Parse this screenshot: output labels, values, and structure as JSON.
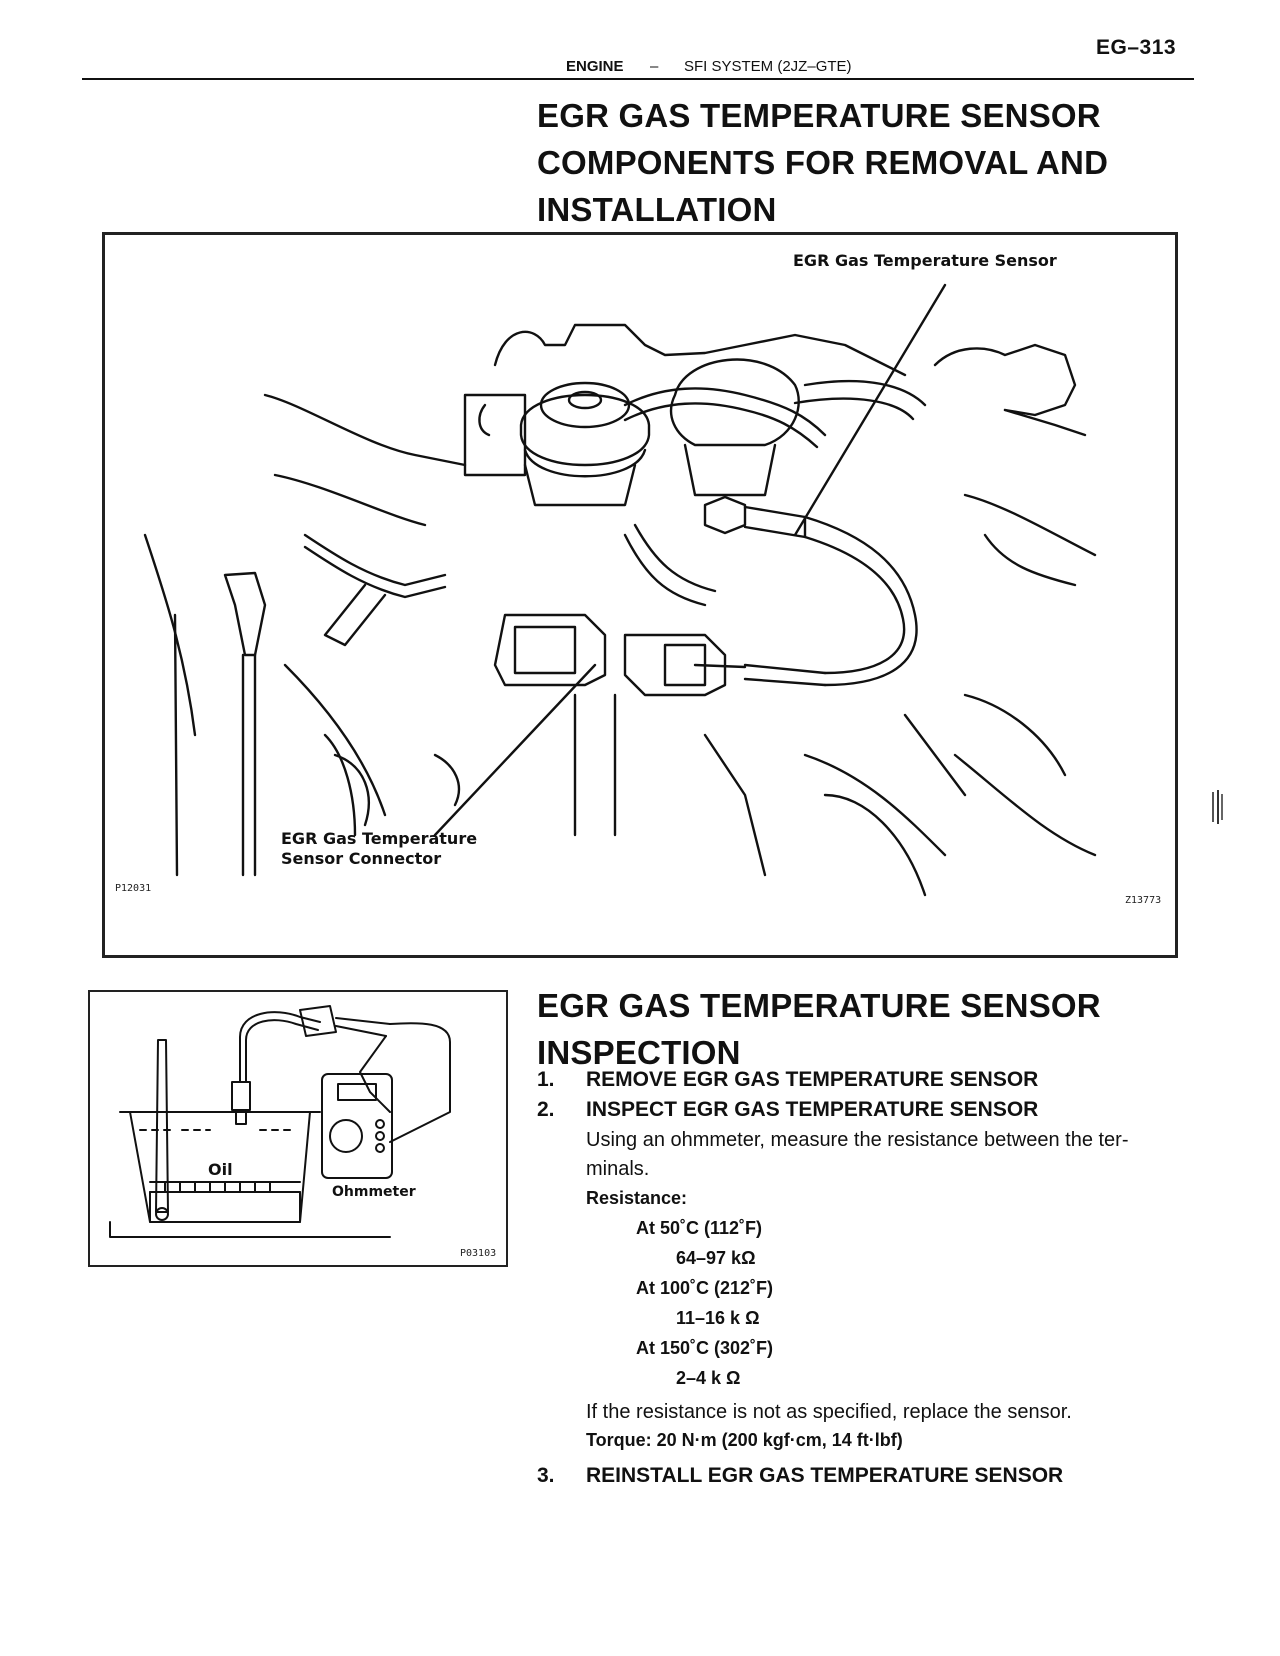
{
  "header": {
    "page_number": "EG–313",
    "section": "ENGINE",
    "dash": "–",
    "system": "SFI SYSTEM (2JZ–GTE)"
  },
  "components": {
    "title_lines": [
      "EGR GAS TEMPERATURE SENSOR",
      "COMPONENTS FOR REMOVAL AND",
      "INSTALLATION"
    ],
    "figure": {
      "label_sensor": "EGR Gas Temperature Sensor",
      "label_connector_line1": "EGR Gas Temperature",
      "label_connector_line2": "Sensor Connector",
      "code_left": "P12031",
      "code_right": "Z13773"
    }
  },
  "inspection": {
    "title_lines": [
      "EGR GAS TEMPERATURE SENSOR",
      "INSPECTION"
    ],
    "figure": {
      "label_oil": "Oil",
      "label_ohmmeter": "Ohmmeter",
      "code": "P03103"
    },
    "steps": [
      {
        "num": "1.",
        "text": "REMOVE EGR GAS TEMPERATURE SENSOR"
      },
      {
        "num": "2.",
        "text": "INSPECT EGR GAS TEMPERATURE SENSOR"
      },
      {
        "num": "3.",
        "text": "REINSTALL EGR GAS TEMPERATURE SENSOR"
      }
    ],
    "instruction_line1": "Using an ohmmeter, measure the resistance between the ter-",
    "instruction_line2": "minals.",
    "resistance_label": "Resistance:",
    "specs": [
      {
        "temp": "At 50˚C (112˚F)",
        "value": "64–97 kΩ"
      },
      {
        "temp": "At 100˚C (212˚F)",
        "value": "11–16 k Ω"
      },
      {
        "temp": "At 150˚C (302˚F)",
        "value": "2–4 k Ω"
      }
    ],
    "note": "If the resistance is not as specified, replace the sensor.",
    "torque": "Torque: 20 N·m (200 kgf·cm, 14 ft·lbf)"
  }
}
